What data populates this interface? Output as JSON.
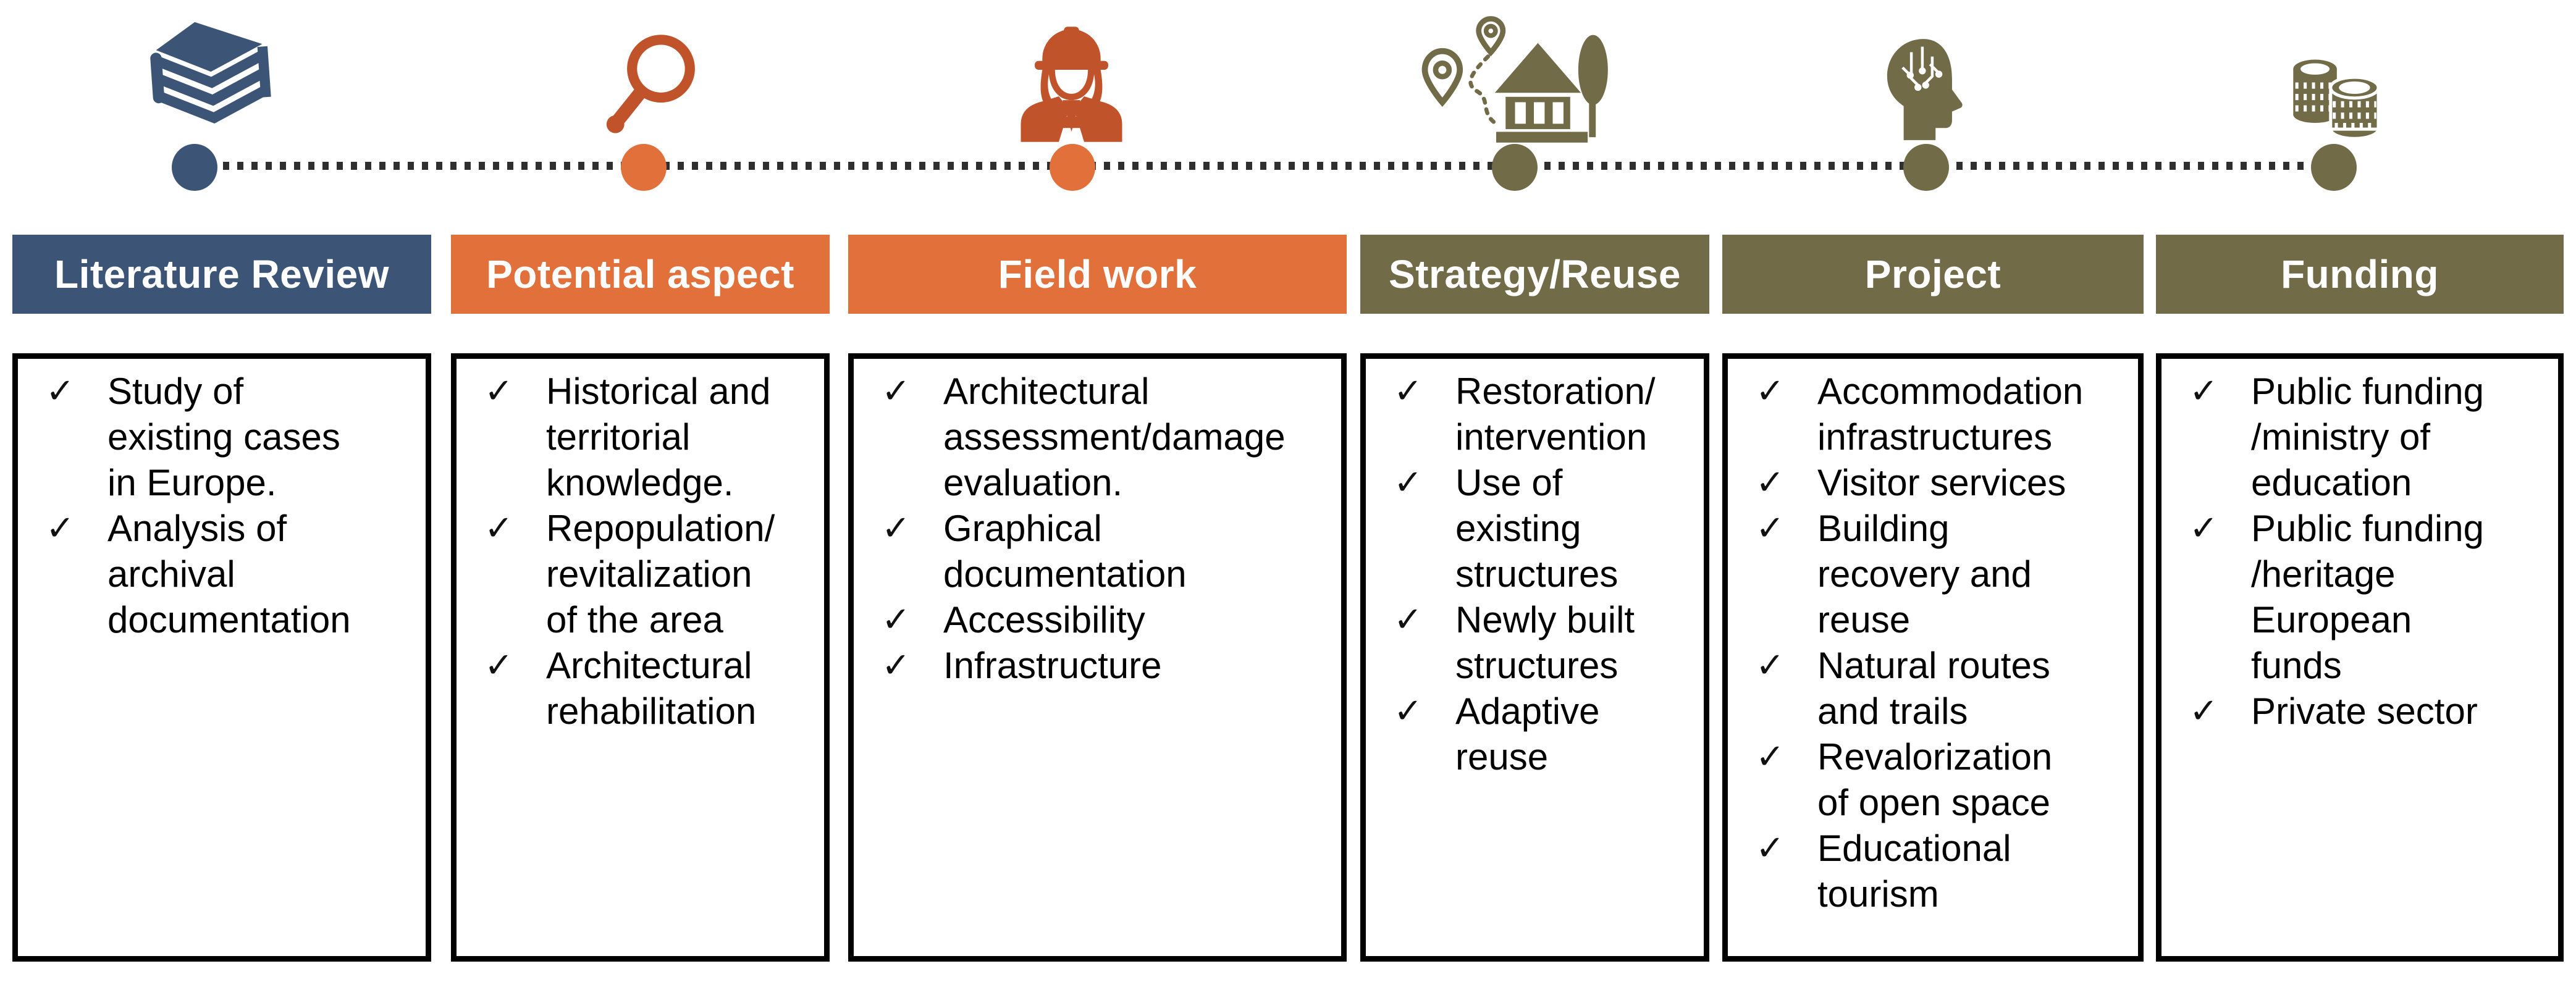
{
  "colors": {
    "blue": "#3C5577",
    "orange": "#E2703B",
    "rust": "#C1532B",
    "olive": "#716B47",
    "line": "#2F2F2F",
    "box_border": "#000000",
    "header_text": "#FFFFFF",
    "list_text": "#000000"
  },
  "checkmark": "✓",
  "stages": [
    {
      "title": "Literature Review",
      "color_key": "blue",
      "icon": "books-icon",
      "items": [
        "Study of\nexisting cases\nin Europe.",
        "Analysis of\narchival\ndocumentation"
      ]
    },
    {
      "title": "Potential aspect",
      "color_key": "orange",
      "icon": "magnifier-icon",
      "items": [
        "Historical and\nterritorial\nknowledge.",
        "Repopulation/\nrevitalization\nof the area",
        "Architectural\nrehabilitation"
      ]
    },
    {
      "title": "Field work",
      "color_key": "orange",
      "icon": "construction-worker-icon",
      "items": [
        "Architectural\nassessment/damage\nevaluation.",
        " Graphical\ndocumentation",
        "Accessibility",
        "Infrastructure"
      ]
    },
    {
      "title": "Strategy/Reuse",
      "color_key": "olive",
      "icon": "house-route-icon",
      "items": [
        "Restoration/\nintervention",
        "Use of\nexisting\nstructures",
        "Newly built\nstructures",
        "Adaptive\nreuse"
      ]
    },
    {
      "title": "Project",
      "color_key": "olive",
      "icon": "head-circuit-icon",
      "items": [
        "Accommodation\ninfrastructures",
        "Visitor services",
        "Building\nrecovery and\nreuse",
        "Natural routes\nand trails",
        "Revalorization\nof open space",
        "Educational\ntourism"
      ]
    },
    {
      "title": "Funding",
      "color_key": "olive",
      "icon": "coins-icon",
      "items": [
        "Public funding\n/ministry of\neducation",
        "Public funding\n/heritage\nEuropean\nfunds",
        "Private sector"
      ]
    }
  ]
}
